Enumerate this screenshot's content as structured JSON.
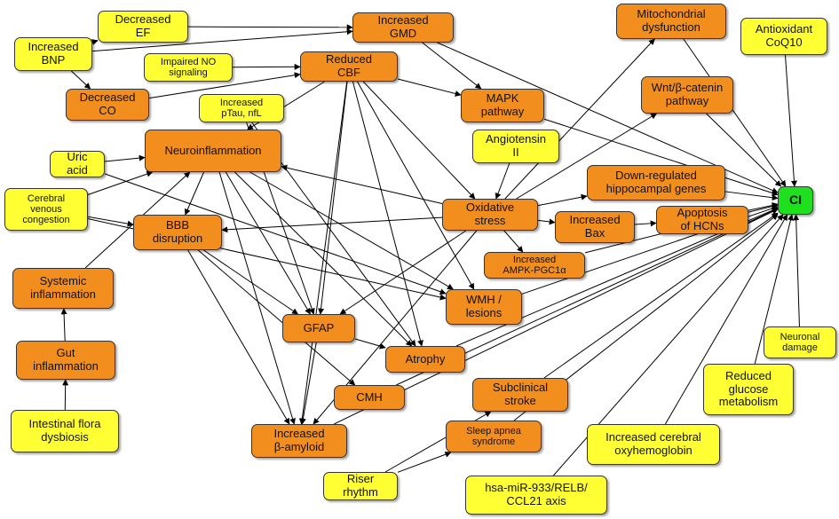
{
  "colors": {
    "orange": "#f28e1e",
    "yellow": "#ffff33",
    "green": "#1ee01e",
    "edge": "#000000"
  },
  "nodes": [
    {
      "id": "decEF",
      "label": "Decreased\nEF",
      "color": "yellow"
    },
    {
      "id": "incGMD",
      "label": "Increased\nGMD",
      "color": "orange"
    },
    {
      "id": "incBNP",
      "label": "Increased\nBNP",
      "color": "yellow"
    },
    {
      "id": "impNO",
      "label": "Impaired NO\nsignaling",
      "color": "yellow"
    },
    {
      "id": "redCBF",
      "label": "Reduced\nCBF",
      "color": "orange"
    },
    {
      "id": "decCO",
      "label": "Decreased\nCO",
      "color": "orange"
    },
    {
      "id": "incPTau",
      "label": "Increased\npTau, nfL",
      "color": "yellow"
    },
    {
      "id": "mapk",
      "label": "MAPK\npathway",
      "color": "orange"
    },
    {
      "id": "mito",
      "label": "Mitochondrial\ndysfunction",
      "color": "orange"
    },
    {
      "id": "coq10",
      "label": "Antioxidant\nCoQ10",
      "color": "yellow"
    },
    {
      "id": "wnt",
      "label": "Wnt/β-catenin\npathway",
      "color": "orange"
    },
    {
      "id": "neuroinf",
      "label": "Neuroinflammation",
      "color": "orange"
    },
    {
      "id": "uric",
      "label": "Uric\nacid",
      "color": "yellow"
    },
    {
      "id": "angII",
      "label": "Angiotensin\nII",
      "color": "yellow"
    },
    {
      "id": "downHip",
      "label": "Down-regulated\nhippocampal genes",
      "color": "orange"
    },
    {
      "id": "ci",
      "label": "CI",
      "color": "green"
    },
    {
      "id": "cvc",
      "label": "Cerebral\nvenous\ncongestion",
      "color": "yellow"
    },
    {
      "id": "bbb",
      "label": "BBB\ndisruption",
      "color": "orange"
    },
    {
      "id": "oxs",
      "label": "Oxidative\nstress",
      "color": "orange"
    },
    {
      "id": "bax",
      "label": "Increased\nBax",
      "color": "orange"
    },
    {
      "id": "apop",
      "label": "Apoptosis\nof HCNs",
      "color": "orange"
    },
    {
      "id": "ampk",
      "label": "Increased\nAMPK-PGC1α",
      "color": "orange"
    },
    {
      "id": "sysinf",
      "label": "Systemic\ninflammation",
      "color": "orange"
    },
    {
      "id": "wmh",
      "label": "WMH /\nlesions",
      "color": "orange"
    },
    {
      "id": "gfap",
      "label": "GFAP",
      "color": "orange"
    },
    {
      "id": "gutinf",
      "label": "Gut\ninflammation",
      "color": "orange"
    },
    {
      "id": "atrophy",
      "label": "Atrophy",
      "color": "orange"
    },
    {
      "id": "neurDam",
      "label": "Neuronal\ndamage",
      "color": "yellow"
    },
    {
      "id": "cmh",
      "label": "CMH",
      "color": "orange"
    },
    {
      "id": "subcl",
      "label": "Subclinical\nstroke",
      "color": "orange"
    },
    {
      "id": "redGluc",
      "label": "Reduced\nglucose\nmetabolism",
      "color": "yellow"
    },
    {
      "id": "intFlora",
      "label": "Intestinal flora\ndysbiosis",
      "color": "yellow"
    },
    {
      "id": "incBA",
      "label": "Increased\nβ-amyloid",
      "color": "orange"
    },
    {
      "id": "sleep",
      "label": "Sleep apnea\nsyndrome",
      "color": "orange"
    },
    {
      "id": "oxyhb",
      "label": "Increased cerebral\noxyhemoglobin",
      "color": "yellow"
    },
    {
      "id": "riser",
      "label": "Riser\nrhythm",
      "color": "yellow"
    },
    {
      "id": "mirna",
      "label": "hsa-miR-933/RELB/\nCCL21 axis",
      "color": "yellow"
    }
  ],
  "edges": [
    [
      "decEF",
      "incGMD"
    ],
    [
      "incBNP",
      "incGMD"
    ],
    [
      "incBNP",
      "decEF"
    ],
    [
      "incBNP",
      "decCO"
    ],
    [
      "decCO",
      "redCBF"
    ],
    [
      "impNO",
      "redCBF"
    ],
    [
      "incGMD",
      "mapk"
    ],
    [
      "incGMD",
      "ci"
    ],
    [
      "redCBF",
      "neuroinf"
    ],
    [
      "redCBF",
      "mapk"
    ],
    [
      "redCBF",
      "oxs"
    ],
    [
      "redCBF",
      "gfap"
    ],
    [
      "redCBF",
      "atrophy"
    ],
    [
      "redCBF",
      "incBA"
    ],
    [
      "redCBF",
      "wmh"
    ],
    [
      "incPTau",
      "atrophy"
    ],
    [
      "incPTau",
      "gfap"
    ],
    [
      "mapk",
      "ci"
    ],
    [
      "mito",
      "ci"
    ],
    [
      "coq10",
      "ci"
    ],
    [
      "wnt",
      "ci"
    ],
    [
      "downHip",
      "ci"
    ],
    [
      "apop",
      "ci"
    ],
    [
      "angII",
      "oxs"
    ],
    [
      "oxs",
      "mito"
    ],
    [
      "oxs",
      "wnt"
    ],
    [
      "oxs",
      "downHip"
    ],
    [
      "oxs",
      "bax"
    ],
    [
      "oxs",
      "ampk"
    ],
    [
      "oxs",
      "bbb"
    ],
    [
      "oxs",
      "neuroinf"
    ],
    [
      "oxs",
      "gfap"
    ],
    [
      "oxs",
      "incBA"
    ],
    [
      "bax",
      "apop"
    ],
    [
      "ampk",
      "ci"
    ],
    [
      "uric",
      "neuroinf"
    ],
    [
      "uric",
      "wmh"
    ],
    [
      "cvc",
      "bbb"
    ],
    [
      "cvc",
      "neuroinf"
    ],
    [
      "cvc",
      "wmh"
    ],
    [
      "sysinf",
      "neuroinf"
    ],
    [
      "gutinf",
      "sysinf"
    ],
    [
      "intFlora",
      "gutinf"
    ],
    [
      "neuroinf",
      "bbb"
    ],
    [
      "neuroinf",
      "gfap"
    ],
    [
      "neuroinf",
      "atrophy"
    ],
    [
      "neuroinf",
      "incBA"
    ],
    [
      "neuroinf",
      "wmh"
    ],
    [
      "bbb",
      "gfap"
    ],
    [
      "bbb",
      "cmh"
    ],
    [
      "bbb",
      "incBA"
    ],
    [
      "gfap",
      "atrophy"
    ],
    [
      "gfap",
      "incBA"
    ],
    [
      "wmh",
      "ci"
    ],
    [
      "atrophy",
      "ci"
    ],
    [
      "cmh",
      "ci"
    ],
    [
      "subcl",
      "ci"
    ],
    [
      "incBA",
      "ci"
    ],
    [
      "sleep",
      "ci"
    ],
    [
      "redGluc",
      "ci"
    ],
    [
      "oxyhb",
      "ci"
    ],
    [
      "mirna",
      "ci"
    ],
    [
      "neurDam",
      "ci"
    ],
    [
      "riser",
      "subcl"
    ],
    [
      "riser",
      "sleep"
    ]
  ]
}
